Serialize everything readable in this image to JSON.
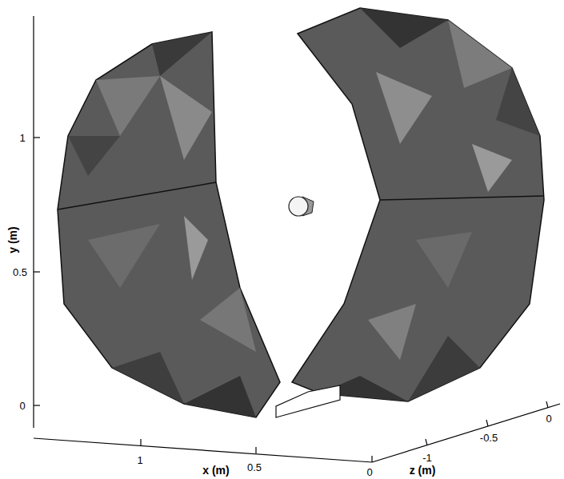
{
  "diagram": {
    "labels": [
      "1",
      "0.5",
      "0",
      "y (m)",
      "1",
      "0.5",
      "0",
      "x (m)",
      "-1",
      "-0.5",
      "0",
      "z (m)"
    ]
  }
}
